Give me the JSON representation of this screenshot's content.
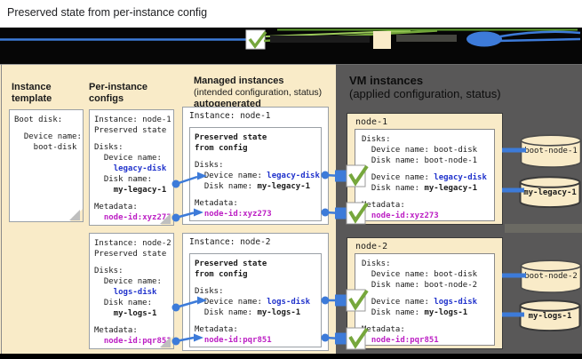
{
  "title": "Preserved state from per-instance config",
  "legend": {
    "items": [
      {
        "icon": "checkmark-icon"
      },
      {
        "icon": "preserved-state-swatch"
      },
      {
        "icon": "disk-oval-icon"
      }
    ]
  },
  "headers": {
    "template": "Instance template",
    "per_instance": "Per-instance configs",
    "managed_line1": "Managed instances",
    "managed_line2": "(intended configuration, status)",
    "managed_line3": "autogenerated",
    "vm_line1": "VM instances",
    "vm_line2": "(applied configuration, status)"
  },
  "template_box": {
    "lines": [
      [
        {
          "t": "Boot disk:"
        }
      ],
      [],
      [
        {
          "t": "  Device name:"
        }
      ],
      [
        {
          "t": "    boot-disk"
        }
      ]
    ]
  },
  "pic_boxes": [
    {
      "lines": [
        [
          {
            "t": "Instance: node-1"
          }
        ],
        [
          {
            "t": "Preserved state"
          }
        ],
        [],
        [
          {
            "t": "Disks:"
          }
        ],
        [
          {
            "t": "  Device name:"
          }
        ],
        [
          {
            "t": "    "
          },
          {
            "t": "legacy-disk",
            "c": "blue"
          }
        ],
        [
          {
            "t": "  Disk name:"
          }
        ],
        [
          {
            "t": "    "
          },
          {
            "t": "my-legacy-1",
            "c": "b"
          }
        ],
        [],
        [
          {
            "t": "Metadata:"
          }
        ],
        [
          {
            "t": "  "
          },
          {
            "t": "node-id:xyz273",
            "c": "mag"
          }
        ]
      ]
    },
    {
      "lines": [
        [
          {
            "t": "Instance: node-2"
          }
        ],
        [
          {
            "t": "Preserved state"
          }
        ],
        [],
        [
          {
            "t": "Disks:"
          }
        ],
        [
          {
            "t": "  Device name:"
          }
        ],
        [
          {
            "t": "    "
          },
          {
            "t": "logs-disk",
            "c": "blue"
          }
        ],
        [
          {
            "t": "  Disk name:"
          }
        ],
        [
          {
            "t": "    "
          },
          {
            "t": "my-logs-1",
            "c": "b"
          }
        ],
        [],
        [
          {
            "t": "Metadata:"
          }
        ],
        [
          {
            "t": "  "
          },
          {
            "t": "node-id:pqr851",
            "c": "mag"
          }
        ]
      ]
    }
  ],
  "managed_boxes": [
    {
      "title": "Instance: node-1",
      "lines": [
        [
          {
            "t": "Preserved state",
            "c": "b"
          }
        ],
        [
          {
            "t": "from config",
            "c": "b"
          }
        ],
        [],
        [
          {
            "t": "Disks:"
          }
        ],
        [
          {
            "t": "  Device name: "
          },
          {
            "t": "legacy-disk",
            "c": "blue"
          }
        ],
        [
          {
            "t": "  Disk name: "
          },
          {
            "t": "my-legacy-1",
            "c": "b"
          }
        ],
        [],
        [
          {
            "t": "Metadata:"
          }
        ],
        [
          {
            "t": "  "
          },
          {
            "t": "node-id:xyz273",
            "c": "mag"
          }
        ]
      ]
    },
    {
      "title": "Instance: node-2",
      "lines": [
        [
          {
            "t": "Preserved state",
            "c": "b"
          }
        ],
        [
          {
            "t": "from config",
            "c": "b"
          }
        ],
        [],
        [
          {
            "t": "Disks:"
          }
        ],
        [
          {
            "t": "  Device name: "
          },
          {
            "t": "logs-disk",
            "c": "blue"
          }
        ],
        [
          {
            "t": "  Disk name: "
          },
          {
            "t": "my-logs-1",
            "c": "b"
          }
        ],
        [],
        [
          {
            "t": "Metadata:"
          }
        ],
        [
          {
            "t": "  "
          },
          {
            "t": "node-id:pqr851",
            "c": "mag"
          }
        ]
      ]
    }
  ],
  "vm_boxes": [
    {
      "title": "node-1",
      "lines": [
        [
          {
            "t": "Disks:"
          }
        ],
        [
          {
            "t": "  Device name: boot-disk"
          }
        ],
        [
          {
            "t": "  Disk name: boot-node-1"
          }
        ],
        [],
        [
          {
            "t": "  Device name: "
          },
          {
            "t": "legacy-disk",
            "c": "blue"
          }
        ],
        [
          {
            "t": "  Disk name: "
          },
          {
            "t": "my-legacy-1",
            "c": "b"
          }
        ],
        [],
        [
          {
            "t": "Metadata:"
          }
        ],
        [
          {
            "t": "  "
          },
          {
            "t": "node-id:xyz273",
            "c": "mag"
          }
        ]
      ]
    },
    {
      "title": "node-2",
      "lines": [
        [
          {
            "t": "Disks:"
          }
        ],
        [
          {
            "t": "  Device name: boot-disk"
          }
        ],
        [
          {
            "t": "  Disk name: boot-node-2"
          }
        ],
        [],
        [
          {
            "t": "  Device name: "
          },
          {
            "t": "logs-disk",
            "c": "blue"
          }
        ],
        [
          {
            "t": "  Disk name: "
          },
          {
            "t": "my-logs-1",
            "c": "b"
          }
        ],
        [],
        [
          {
            "t": "Metadata:"
          }
        ],
        [
          {
            "t": "  "
          },
          {
            "t": "node-id:pqr851",
            "c": "mag"
          }
        ]
      ]
    }
  ],
  "disks": [
    {
      "label": "boot-node-1"
    },
    {
      "label": "my-legacy-1"
    },
    {
      "label": "boot-node-2"
    },
    {
      "label": "my-logs-1"
    }
  ],
  "colors": {
    "accent_blue": "#3d7bd9",
    "value_blue": "#2133cc",
    "metadata_magenta": "#bc1fc4",
    "check_green": "#76a73c",
    "panel_cream": "#f9ebc8",
    "panel_gray": "#595858"
  }
}
